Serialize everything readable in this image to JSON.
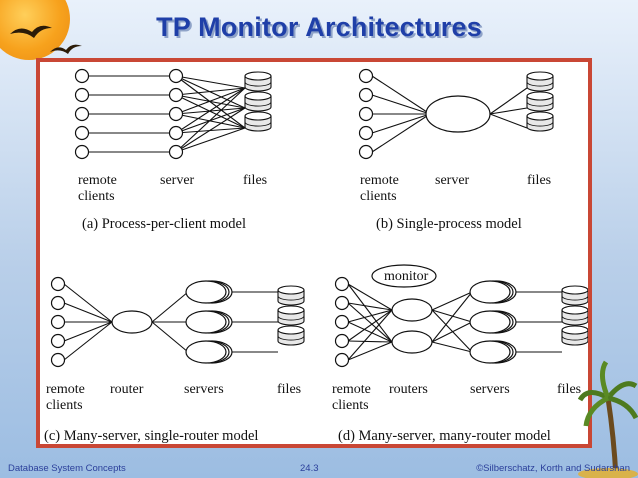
{
  "slide": {
    "title": "TP Monitor Architectures"
  },
  "footer": {
    "left": "Database System Concepts",
    "center": "24.3",
    "right": "©Silberschatz, Korth and Sudarshan"
  },
  "diagrams": {
    "a": {
      "clients_label": [
        "remote",
        "clients"
      ],
      "server_label": "server",
      "files_label": "files",
      "caption": "(a) Process-per-client model"
    },
    "b": {
      "clients_label": [
        "remote",
        "clients"
      ],
      "server_label": "server",
      "files_label": "files",
      "caption": "(b) Single-process model"
    },
    "c": {
      "clients_label": [
        "remote",
        "clients"
      ],
      "router_label": "router",
      "servers_label": "servers",
      "files_label": "files",
      "caption": "(c) Many-server, single-router model"
    },
    "d": {
      "monitor_label": "monitor",
      "clients_label": [
        "remote",
        "clients"
      ],
      "routers_label": "routers",
      "servers_label": "servers",
      "files_label": "files",
      "caption": "(d) Many-server, many-router model"
    }
  }
}
